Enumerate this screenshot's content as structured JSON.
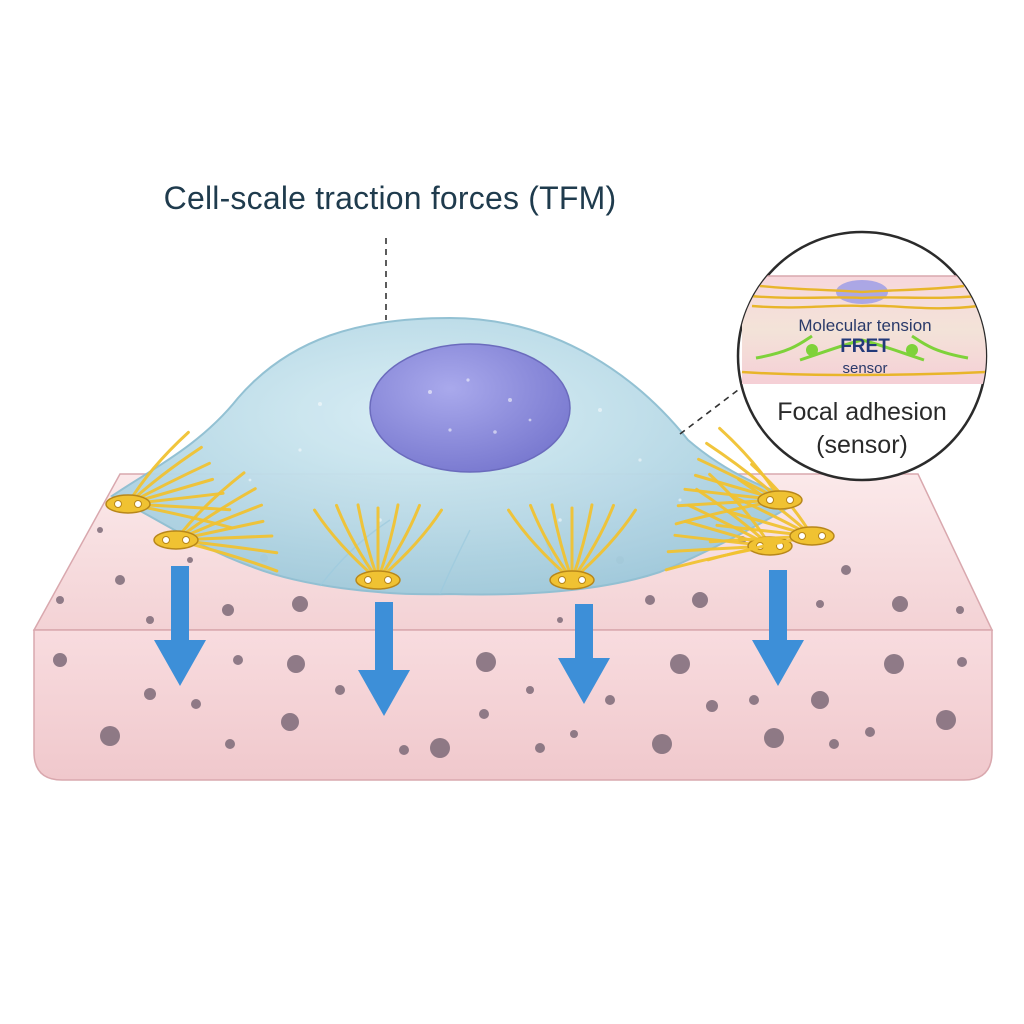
{
  "title": "Cell-scale traction forces (TFM)",
  "callout": {
    "label_line1": "Focal adhesion",
    "label_line2": "(sensor)",
    "inset_line1": "Molecular tension",
    "inset_line2": "FRET",
    "inset_line3": "sensor"
  },
  "colors": {
    "cell_membrane": "#b9d9e6",
    "nucleus": "#8f8fdc",
    "focal_adhesion": "#f0c232",
    "traction_arrow": "#3d8fd8",
    "substrate": "#f6d6d8",
    "beads": "#7d6a78"
  }
}
